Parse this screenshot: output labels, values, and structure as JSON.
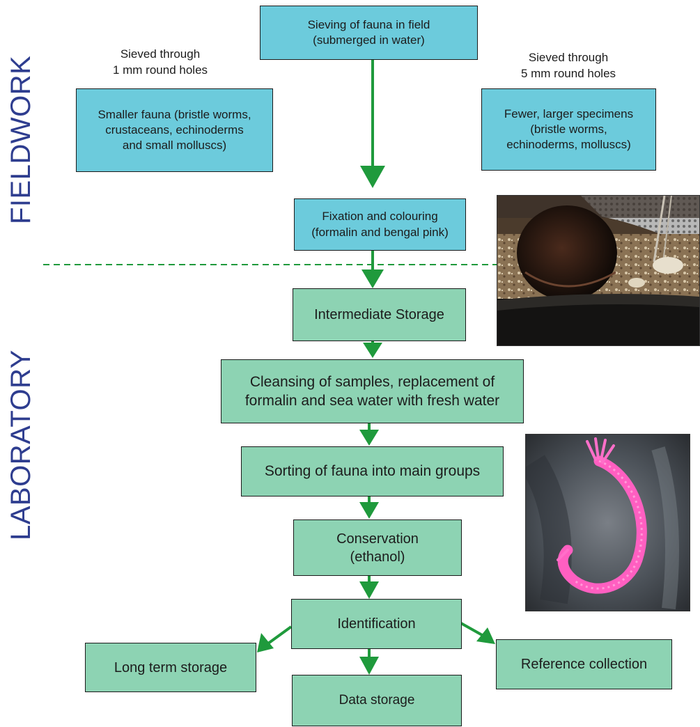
{
  "sections": {
    "fieldwork": "FIELDWORK",
    "laboratory": "LABORATORY"
  },
  "notes": {
    "sieve_1mm": "Sieved  through\n1 mm round holes",
    "sieve_5mm": "Sieved  through\n5 mm round holes"
  },
  "boxes": {
    "sieving": "Sieving of fauna  in field\n(submerged in water)",
    "smaller_fauna": "Smaller fauna (bristle worms,\ncrustaceans, echinoderms\nand small molluscs)",
    "larger_specimens": "Fewer, larger specimens\n(bristle worms,\nechinoderms, molluscs)",
    "fixation": "Fixation and colouring\n(formalin and bengal pink)",
    "intermediate_storage": "Intermediate  Storage",
    "cleansing": "Cleansing of samples, replacement of\nformalin and sea water with fresh water",
    "sorting": "Sorting of fauna into main groups",
    "conservation": "Conservation\n(ethanol)",
    "identification": "Identification",
    "long_term_storage": "Long term storage",
    "reference_collection": "Reference collection",
    "data_storage": "Data storage"
  },
  "colors": {
    "field_box": "#6ccbdc",
    "lab_box": "#8dd3b3",
    "arrow": "#1f9a3c",
    "section_label": "#2e3d8f"
  },
  "photos": {
    "mollusc": "photo of a bivalve mollusc on sieved sediment",
    "worm": "photo of a pink-stained bristle worm"
  }
}
